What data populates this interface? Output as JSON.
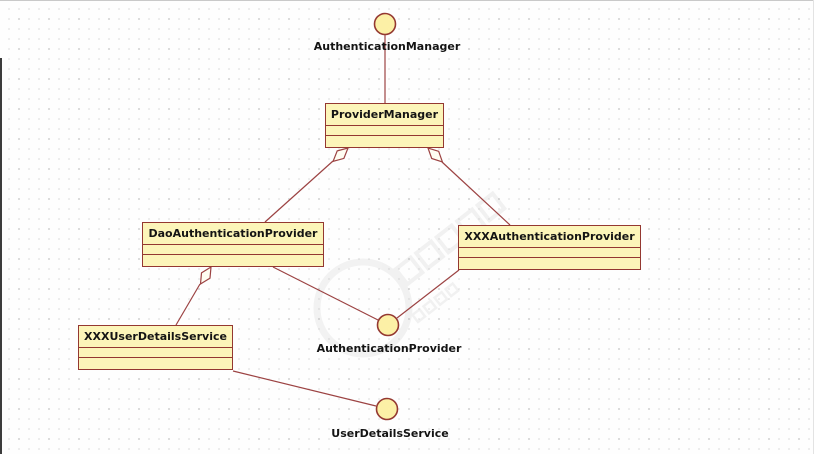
{
  "diagram": {
    "type": "uml-class-diagram",
    "interfaces": [
      {
        "id": "authentication-manager",
        "label": "AuthenticationManager"
      },
      {
        "id": "authentication-provider",
        "label": "AuthenticationProvider"
      },
      {
        "id": "user-details-service",
        "label": "UserDetailsService"
      }
    ],
    "classes": [
      {
        "id": "provider-manager",
        "name": "ProviderManager"
      },
      {
        "id": "dao-authentication-provider",
        "name": "DaoAuthenticationProvider"
      },
      {
        "id": "xxx-authentication-provider",
        "name": "XXXAuthenticationProvider"
      },
      {
        "id": "xxx-user-details-service",
        "name": "XXXUserDetailsService"
      }
    ],
    "relations": [
      {
        "from": "ProviderManager",
        "to": "AuthenticationManager",
        "type": "lollipop-realization"
      },
      {
        "from": "ProviderManager",
        "to": "DaoAuthenticationProvider",
        "type": "aggregation"
      },
      {
        "from": "ProviderManager",
        "to": "XXXAuthenticationProvider",
        "type": "aggregation"
      },
      {
        "from": "DaoAuthenticationProvider",
        "to": "XXXUserDetailsService",
        "type": "aggregation"
      },
      {
        "from": "DaoAuthenticationProvider",
        "to": "AuthenticationProvider",
        "type": "lollipop-realization"
      },
      {
        "from": "XXXAuthenticationProvider",
        "to": "AuthenticationProvider",
        "type": "lollipop-realization"
      },
      {
        "from": "XXXUserDetailsService",
        "to": "UserDetailsService",
        "type": "lollipop-realization"
      }
    ],
    "colors": {
      "node_fill": "#fcf5b9",
      "circle_fill": "#fcf0a6",
      "node_border": "#943831",
      "edge": "#9c4343",
      "label_text": "#141414"
    }
  }
}
